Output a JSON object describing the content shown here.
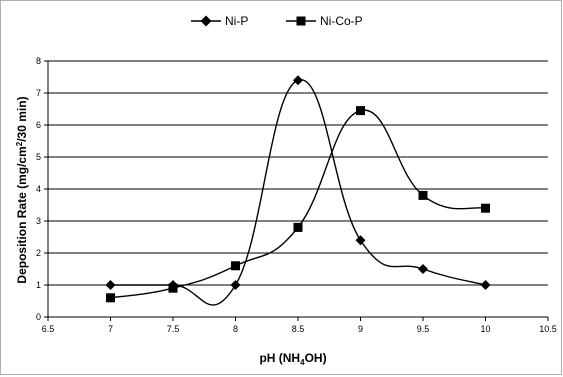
{
  "chart_data": {
    "type": "line",
    "title": "",
    "xlabel": "pH (NH",
    "xlabel_sub": "4",
    "xlabel_tail": "OH)",
    "ylabel": "Deposition Rate (mg/cm",
    "ylabel_sup": "2",
    "ylabel_tail": "/30 min)",
    "xlim": [
      6.5,
      10.5
    ],
    "ylim": [
      0,
      8
    ],
    "x_ticks": [
      "6.5",
      "7",
      "7.5",
      "8",
      "8.5",
      "9",
      "9.5",
      "10",
      "10.5"
    ],
    "y_ticks": [
      "0",
      "1",
      "2",
      "3",
      "4",
      "5",
      "6",
      "7",
      "8"
    ],
    "grid": "horizontal",
    "legend_position": "top",
    "series": [
      {
        "name": "Ni-P",
        "marker": "diamond",
        "x": [
          7,
          7.5,
          8,
          8.5,
          9,
          9.5,
          10
        ],
        "y": [
          1.0,
          1.0,
          1.0,
          7.4,
          2.4,
          1.5,
          1.0
        ]
      },
      {
        "name": "Ni-Co-P",
        "marker": "square",
        "x": [
          7,
          7.5,
          8,
          8.5,
          9,
          9.5,
          10
        ],
        "y": [
          0.6,
          0.9,
          1.6,
          2.8,
          6.45,
          3.8,
          3.4
        ]
      }
    ]
  }
}
